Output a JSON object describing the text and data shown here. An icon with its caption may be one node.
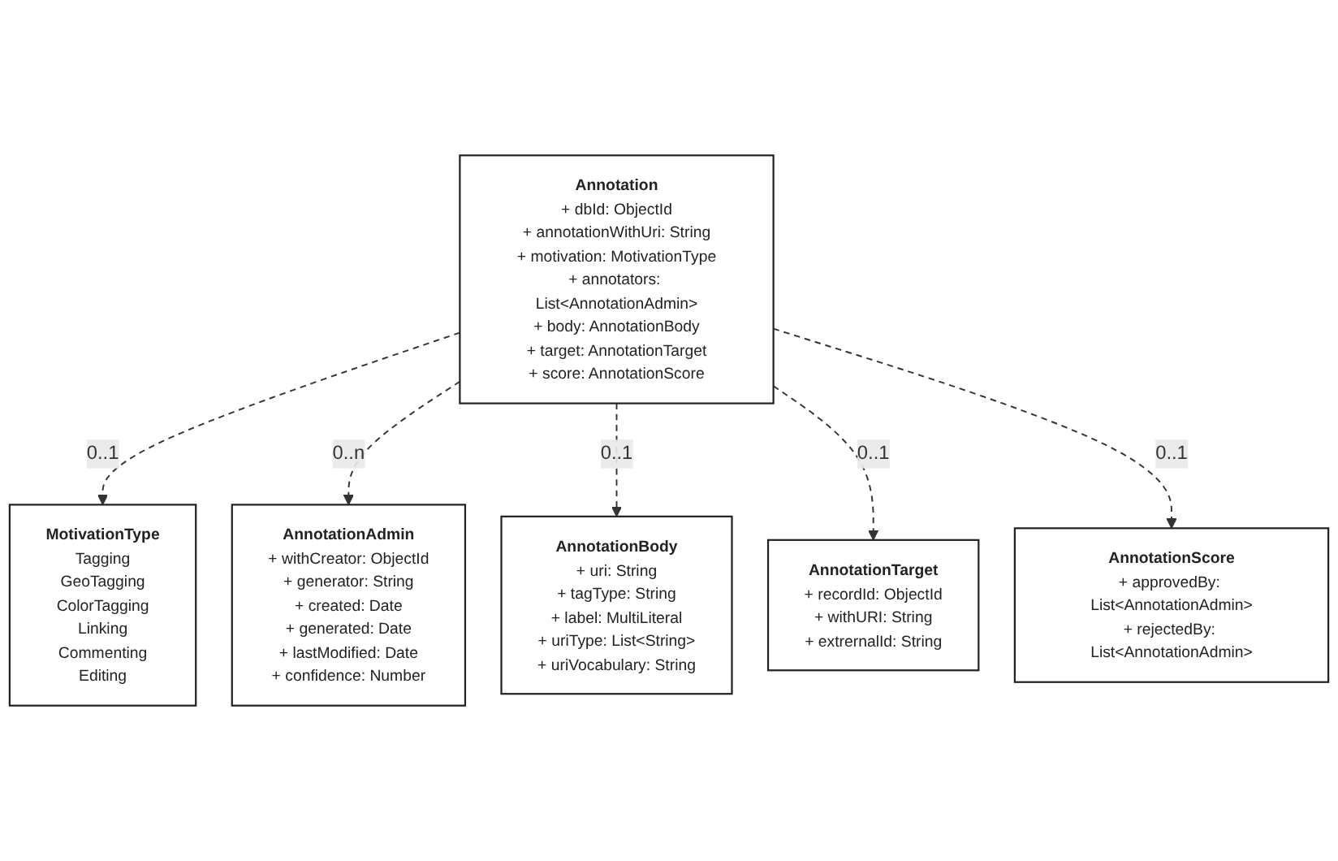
{
  "diagram": {
    "nodes": [
      {
        "text": [
          "MotivationType",
          "Tagging",
          "GeoTagging",
          "ColorTagging",
          "Linking",
          "Commenting",
          "Editing"
        ]
      },
      {
        "text": [
          "AnnotationAdmin",
          "+ withCreator: ObjectId",
          "+ generator: String",
          "+ created: Date",
          "+ generated: Date",
          "+ lastModified: Date",
          "+ confidence: Number"
        ]
      },
      {
        "text": [
          "Annotation",
          "+ dbId: ObjectId",
          "+ annotationWithUri: String",
          "+ motivation: MotivationType",
          "+ annotators: List<AnnotationAdmin>",
          "+ body: AnnotationBody",
          "+ target: AnnotationTarget",
          "+ score: AnnotationScore"
        ]
      },
      {
        "text": [
          "AnnotationBody",
          "+ uri: String",
          "+ tagType: String",
          "+ label: MultiLiteral",
          "+ uriType: List<String>",
          "+ uriVocabulary: String"
        ]
      },
      {
        "text": [
          "AnnotationTarget",
          "+ recordId: ObjectId",
          "+ withURI: String",
          "+ extrernalId: String"
        ]
      },
      {
        "text": [
          "AnnotationScore",
          "+ approvedBy: List<AnnotationAdmin>",
          "+ rejectedBy: List<AnnotationAdmin>"
        ]
      }
    ],
    "edges": [
      {
        "from": 2,
        "to": 0,
        "arrow": "to",
        "label": "0..1",
        "style": "dashed"
      },
      {
        "from": 2,
        "to": 1,
        "arrow": "to",
        "label": "0..n",
        "style": "dashed"
      },
      {
        "from": 2,
        "to": 3,
        "arrow": "to",
        "label": "0..1",
        "style": "dashed"
      },
      {
        "from": 2,
        "to": 4,
        "arrow": "to",
        "label": "0..1",
        "style": "dashed"
      },
      {
        "from": 2,
        "to": 5,
        "arrow": "to",
        "label": "0..1",
        "style": "dashed"
      }
    ]
  }
}
